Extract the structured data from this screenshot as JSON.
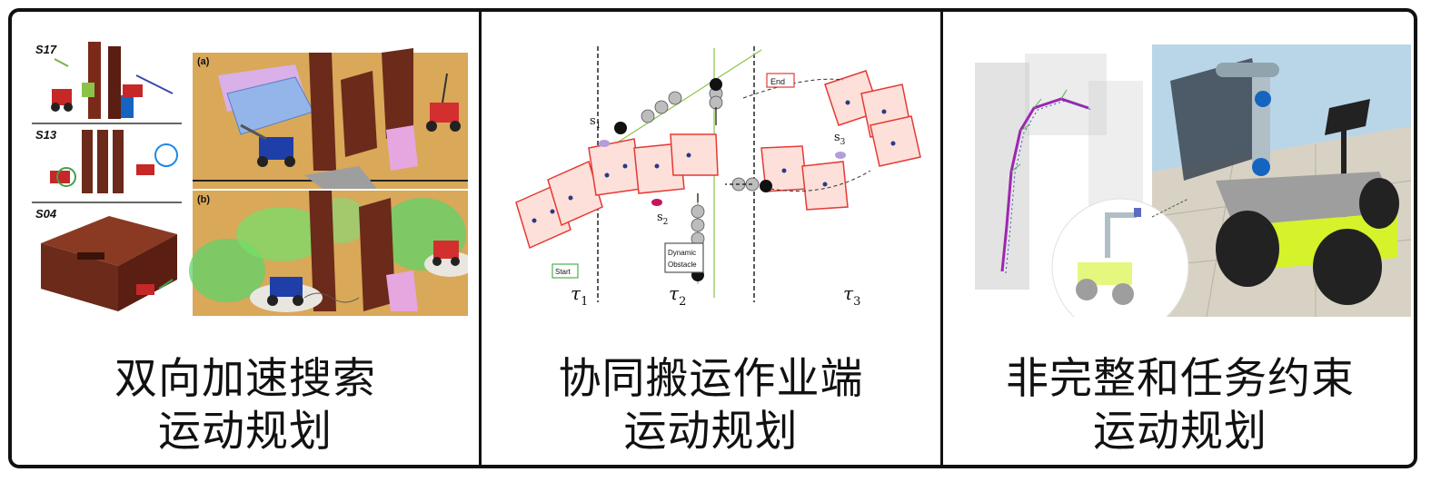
{
  "panels": [
    {
      "caption_line1": "双向加速搜索",
      "caption_line2": "运动规划",
      "figure_labels": {
        "s17": "S17",
        "s13": "S13",
        "s04": "S04",
        "a": "(a)",
        "b": "(b)"
      }
    },
    {
      "caption_line1": "协同搬运作业端",
      "caption_line2": "运动规划",
      "figure_labels": {
        "s1": "s",
        "s1_sub": "1",
        "s2": "s",
        "s2_sub": "2",
        "s3": "s",
        "s3_sub": "3",
        "end": "End",
        "start": "Start",
        "obstacle_l1": "Dynamic",
        "obstacle_l2": "Obstacle",
        "tau": "τ",
        "tau1": "1",
        "tau2": "2",
        "tau3": "3"
      }
    },
    {
      "caption_line1": "非完整和任务约束",
      "caption_line2": "运动规划"
    }
  ],
  "colors": {
    "border": "#111111",
    "frame_green": "#4caf50",
    "robot_red": "#d32f2f",
    "robot_blue": "#2b3fb8",
    "wall_brown": "#6b2a1a",
    "mobile_lime": "#d6f22a"
  }
}
